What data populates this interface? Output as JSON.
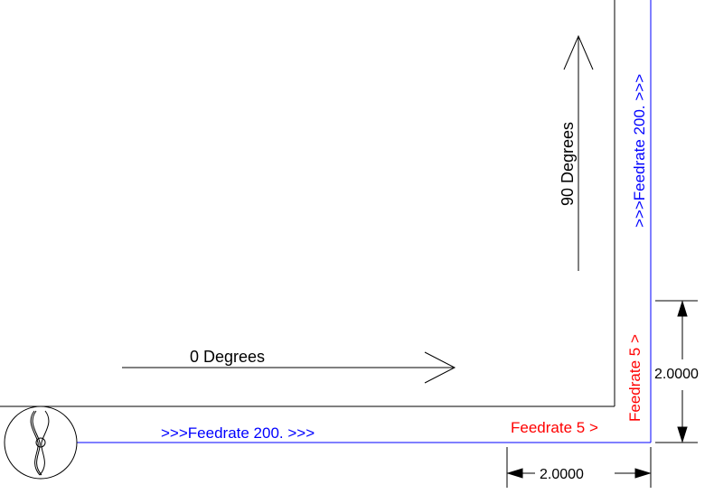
{
  "labels": {
    "zero_degrees": "0 Degrees",
    "ninety_degrees": "90 Degrees",
    "feed_bottom": ">>>Feedrate 200. >>>",
    "feed_right": ">>>Feedrate 200. >>>",
    "feed_corner_horizontal": "Feedrate 5 >",
    "feed_corner_vertical": "Feedrate 5 >",
    "dim_vertical": "2.0000",
    "dim_horizontal": "2.0000"
  },
  "colors": {
    "outline": "#000000",
    "toolpath": "#0000ff",
    "slow_feed": "#ff0000",
    "background": "#ffffff"
  },
  "icons": {
    "tool": "end-mill-tool-icon"
  }
}
